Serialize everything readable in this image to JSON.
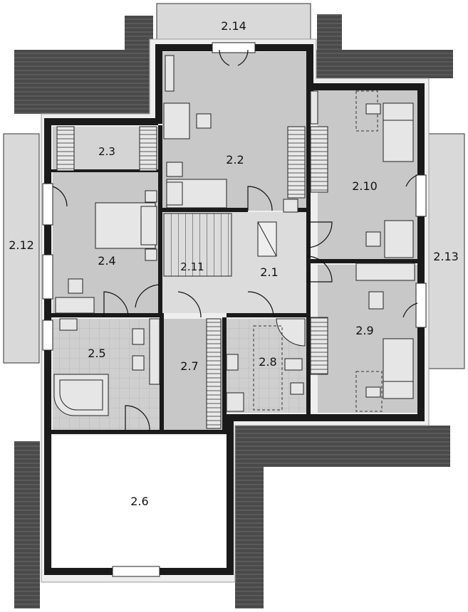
{
  "rooms": {
    "r2_1": "2.1",
    "r2_2": "2.2",
    "r2_3": "2.3",
    "r2_4": "2.4",
    "r2_5": "2.5",
    "r2_6": "2.6",
    "r2_7": "2.7",
    "r2_8": "2.8",
    "r2_9": "2.9",
    "r2_10": "2.10",
    "r2_11": "2.11",
    "r2_12": "2.12",
    "r2_13": "2.13",
    "r2_14": "2.14"
  },
  "colors": {
    "wall": "#1a1a1a",
    "room_fill": "#c8c8c8",
    "hall_fill": "#dcdcdc",
    "roof": "#4a4a4a",
    "balcony": "#d9d9d9"
  }
}
